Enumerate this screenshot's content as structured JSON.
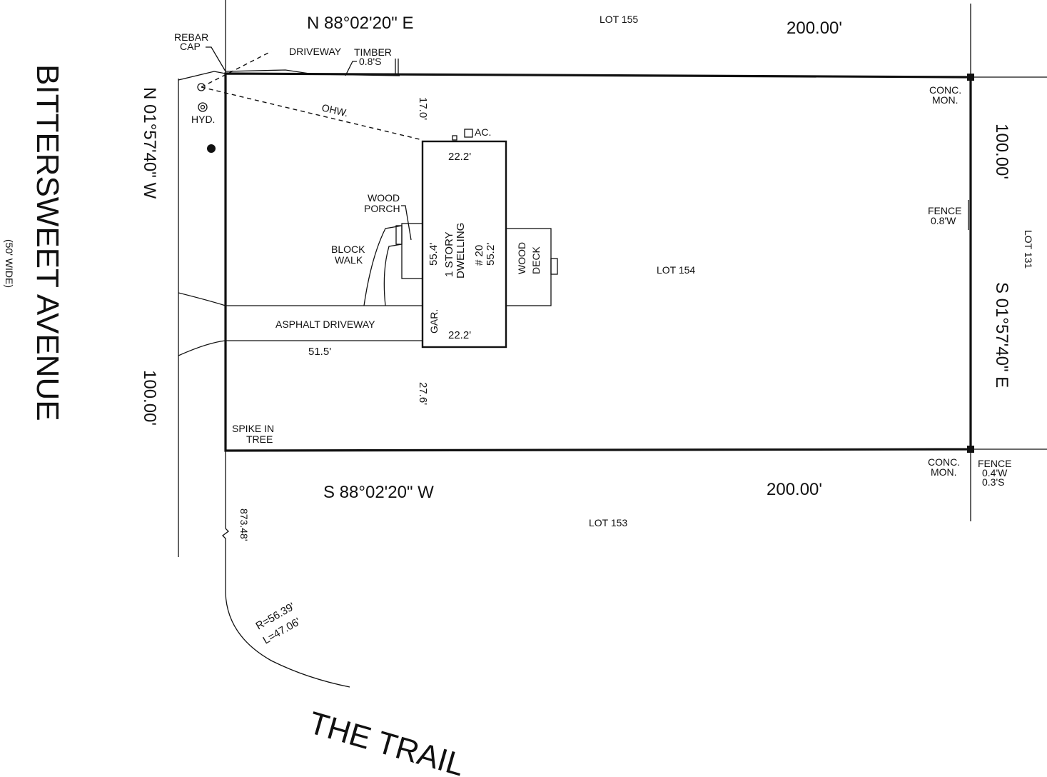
{
  "streets": {
    "bittersweet": "BITTERSWEET AVENUE",
    "bittersweet_width": "(50' WIDE)",
    "trail": "THE TRAIL"
  },
  "bearings": {
    "north": "N 88°02'20\" E",
    "south": "S 88°02'20\" W",
    "west": "N 01°57'40\" W",
    "east": "S 01°57'40\" E"
  },
  "distances": {
    "north": "200.00'",
    "south": "200.00'",
    "west": "100.00'",
    "east": "100.00'",
    "tie": "873.48'",
    "curve_r": "R=56.39'",
    "curve_l": "L=47.06'",
    "front_setback": "17.0'",
    "rear_side": "27.6'",
    "driveway_len": "51.5'"
  },
  "lots": {
    "subject": "LOT 154",
    "north": "LOT 155",
    "south": "LOT 153",
    "east": "LOT 131"
  },
  "house": {
    "line1": "1 STORY",
    "line2": "DWELLING",
    "number": "# 20",
    "width_top": "22.2'",
    "width_bottom": "22.2'",
    "depth_left": "55.4'",
    "depth_right": "55.2'",
    "garage": "GAR.",
    "ac": "AC."
  },
  "features": {
    "rebar1": "REBAR",
    "rebar2": "CAP",
    "driveway_top": "DRIVEWAY",
    "timber1": "TIMBER",
    "timber2": "0.8'S",
    "ohw": "OHW.",
    "hyd": "HYD.",
    "porch1": "WOOD",
    "porch2": "PORCH",
    "walk1": "BLOCK",
    "walk2": "WALK",
    "asphalt": "ASPHALT DRIVEWAY",
    "deck1": "WOOD",
    "deck2": "DECK",
    "spike1": "SPIKE IN",
    "spike2": "TREE",
    "mon_ne1": "CONC.",
    "mon_ne2": "MON.",
    "mon_se1": "CONC.",
    "mon_se2": "MON.",
    "fence_e1": "FENCE",
    "fence_e2": "0.8'W",
    "fence_se1": "FENCE",
    "fence_se2": "0.4'W",
    "fence_se3": "0.3'S"
  }
}
